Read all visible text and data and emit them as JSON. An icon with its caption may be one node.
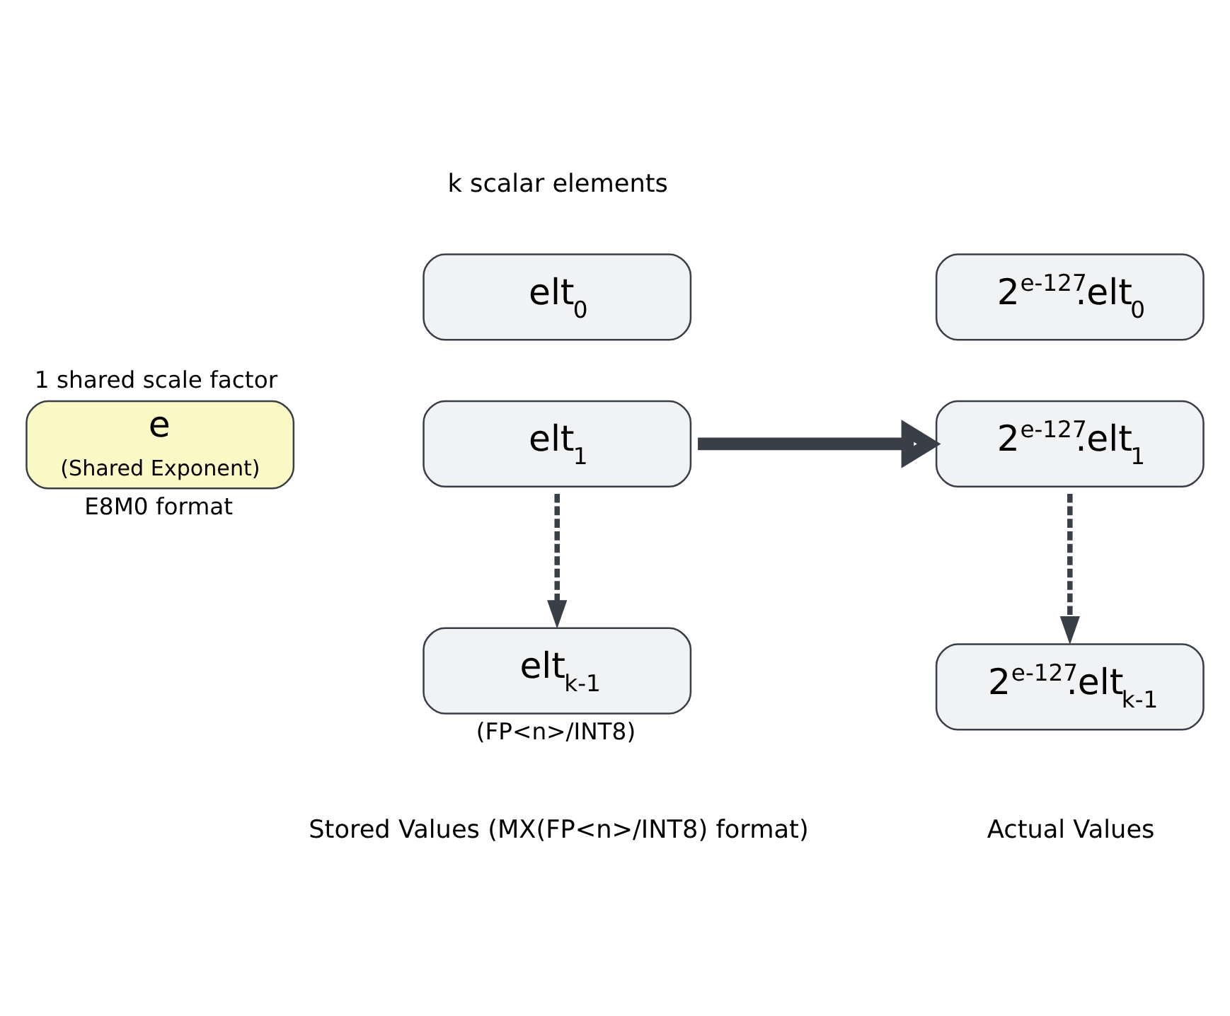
{
  "diagram": {
    "nodes": [
      {
        "text": [
          "e",
          "(Shared Exponent)"
        ],
        "beside": [
          "1 shared scale factor",
          "E8M0 format"
        ]
      },
      {
        "text": [
          "elt$_{0}$"
        ]
      },
      {
        "text": [
          "elt$_{1}$"
        ]
      },
      {
        "text": [
          "elt$_{k-1}$"
        ],
        "beside": [
          "(FP<n>/INT8)"
        ]
      },
      {
        "text": [
          "2$^{e-127}$.elt$_{0}$"
        ]
      },
      {
        "text": [
          "2$^{e-127}$.elt$_{1}$"
        ]
      },
      {
        "text": [
          "2$^{e-127}$.elt$_{k-1}$"
        ]
      }
    ],
    "edges": [
      {
        "from": 2,
        "to": 3,
        "arrow": "to",
        "style": "dashed"
      },
      {
        "from": 2,
        "to": 5,
        "arrow": "to",
        "style": "thick"
      },
      {
        "from": 5,
        "to": 6,
        "arrow": "to",
        "style": "dashed"
      }
    ],
    "labels": [
      "k scalar elements",
      "Stored Values (MX(FP<n>/INT8) format)",
      "Actual Values"
    ]
  }
}
